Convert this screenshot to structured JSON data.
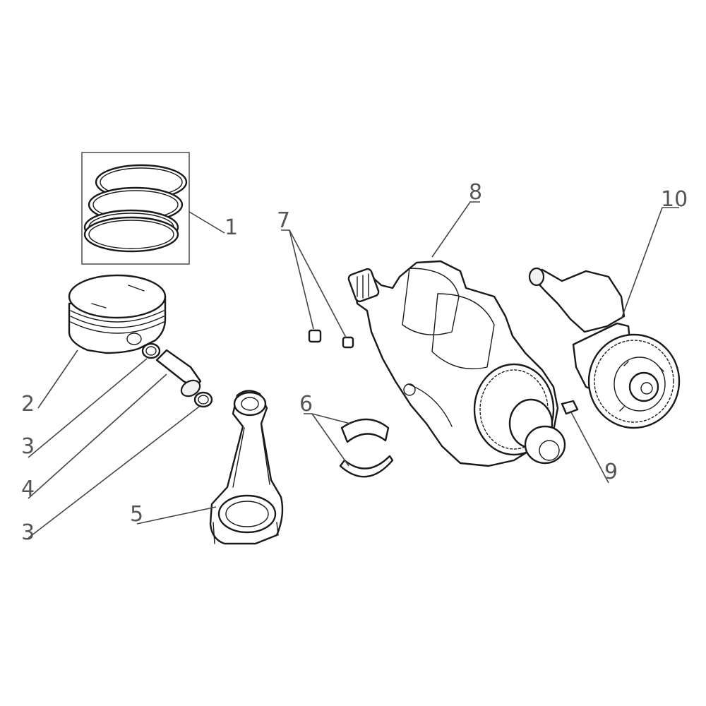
{
  "callouts": {
    "c1": "1",
    "c2": "2",
    "c3a": "3",
    "c4": "4",
    "c3b": "3",
    "c5": "5",
    "c6": "6",
    "c7": "7",
    "c8": "8",
    "c9": "9",
    "c10": "10"
  },
  "colors": {
    "line": "#1a1a1a",
    "callout": "#555555",
    "background": "#ffffff"
  }
}
